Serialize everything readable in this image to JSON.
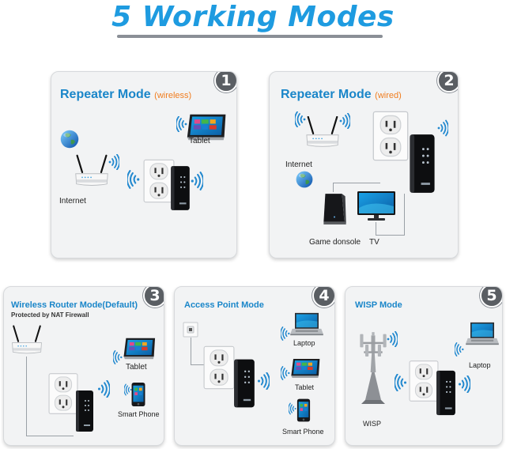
{
  "title": "5 Working Modes",
  "modes": [
    {
      "number": "1",
      "title": "Repeater Mode",
      "subtitle": "(wireless)",
      "labels": {
        "tablet": "Tablet",
        "internet": "Internet"
      }
    },
    {
      "number": "2",
      "title": "Repeater Mode",
      "subtitle": "(wired)",
      "labels": {
        "internet": "Internet",
        "game": "Game donsole",
        "tv": "TV"
      }
    },
    {
      "number": "3",
      "title": "Wireless Router Mode(Default)",
      "note": "Protected by NAT Firewall",
      "labels": {
        "tablet": "Tablet",
        "phone": "Smart Phone"
      }
    },
    {
      "number": "4",
      "title": "Access Point Mode",
      "labels": {
        "laptop": "Laptop",
        "tablet": "Tablet",
        "phone": "Smart Phone"
      }
    },
    {
      "number": "5",
      "title": "WISP Mode",
      "labels": {
        "laptop": "Laptop",
        "wisp": "WISP"
      }
    }
  ],
  "icons": [
    "router-icon",
    "globe-icon",
    "tablet-icon",
    "outlet-icon",
    "extender-icon",
    "wifi-waves-icon",
    "game-console-icon",
    "tv-icon",
    "smartphone-icon",
    "laptop-icon",
    "wall-socket-icon",
    "cell-tower-icon"
  ],
  "colors": {
    "title": "#1e9be0",
    "mode_title": "#1a86c9",
    "subtitle": "#f07d1f",
    "badge": "#5a5e63",
    "panel": "#f2f3f4"
  }
}
